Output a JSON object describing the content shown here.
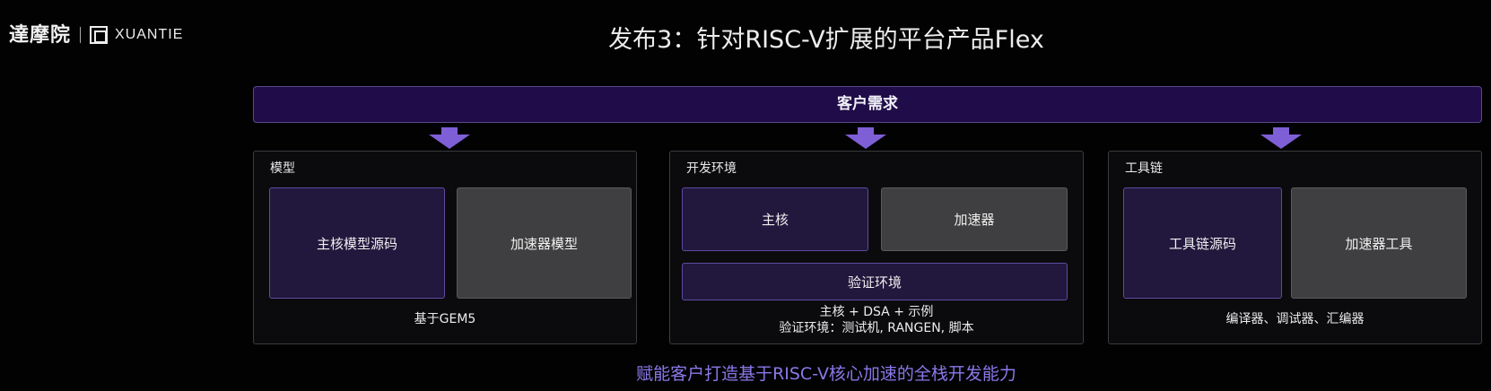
{
  "logo": {
    "cn": "達摩院",
    "en": "XUANTIE"
  },
  "title": "发布3：针对RISC-V扩展的平台产品Flex",
  "demand": "客户需求",
  "panels": [
    {
      "label": "模型",
      "boxes": [
        "主核模型源码",
        "加速器模型"
      ],
      "note": "基于GEM5"
    },
    {
      "label": "开发环境",
      "boxes": [
        "主核",
        "加速器",
        "验证环境"
      ],
      "note_lines": [
        "主核 + DSA + 示例",
        "验证环境：测试机, RANGEN, 脚本"
      ]
    },
    {
      "label": "工具链",
      "boxes": [
        "工具链源码",
        "加速器工具"
      ],
      "note": "编译器、调试器、汇编器"
    }
  ],
  "tagline": "赋能客户打造基于RISC-V核心加速的全栈开发能力",
  "colors": {
    "accent": "#7f5fd6",
    "tagline": "#8a78e8",
    "box_purple": "#22173c",
    "box_grey": "#3f3f41"
  }
}
